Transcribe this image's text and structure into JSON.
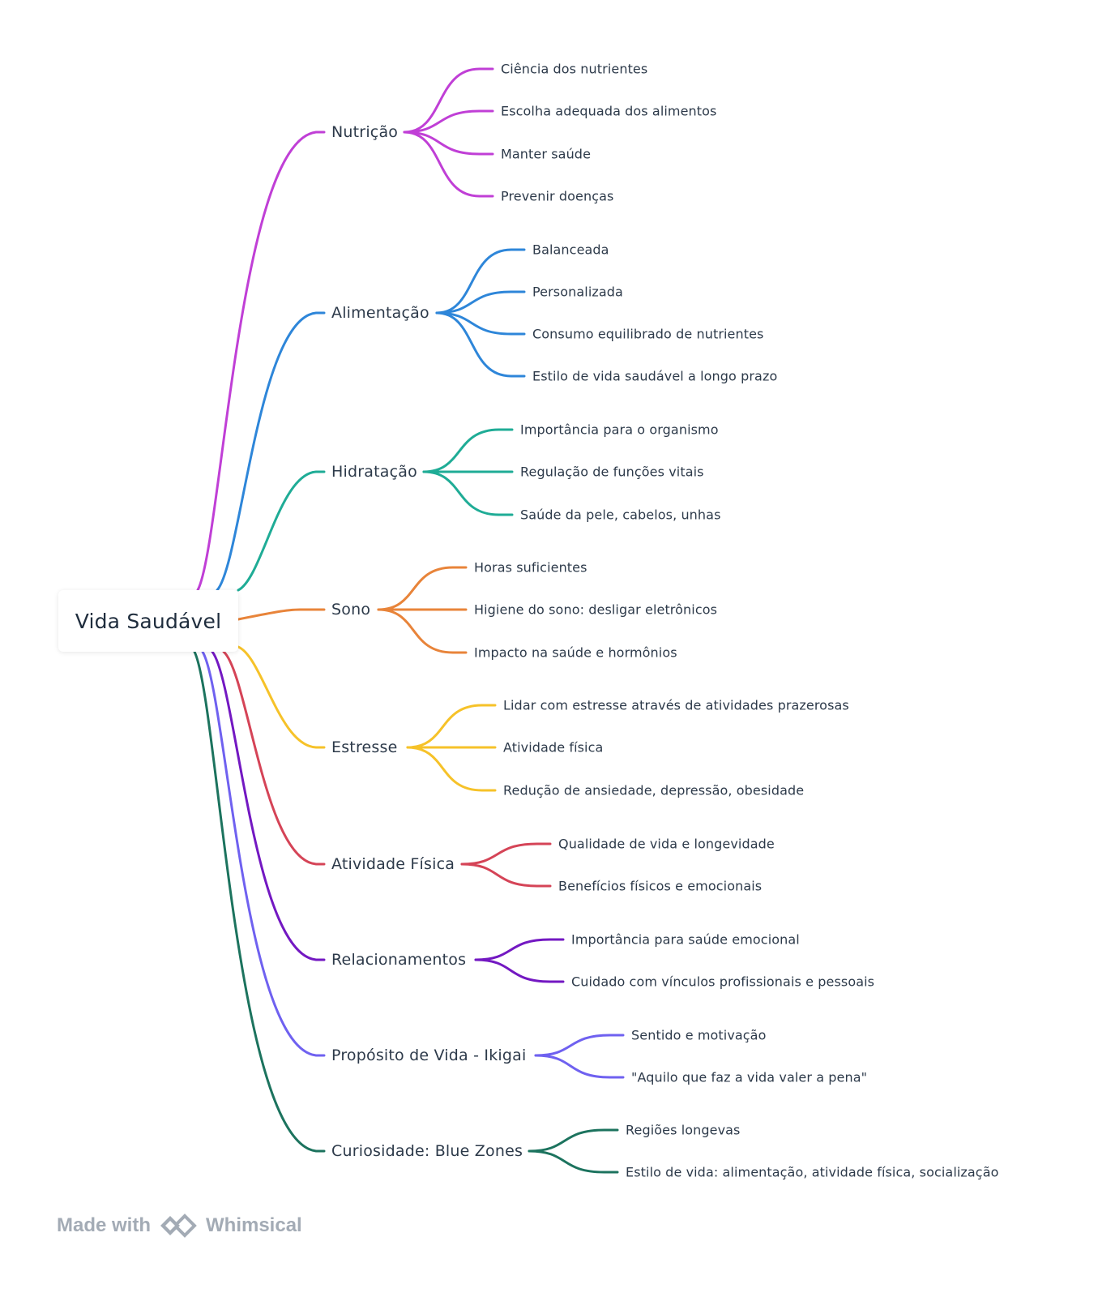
{
  "root": {
    "label": "Vida Saudável"
  },
  "branches": [
    {
      "label": "Nutrição",
      "color": "#c03fd6",
      "children": [
        "Ciência dos nutrientes",
        "Escolha adequada dos alimentos",
        "Manter saúde",
        "Prevenir doenças"
      ]
    },
    {
      "label": "Alimentação",
      "color": "#2e86d9",
      "children": [
        "Balanceada",
        "Personalizada",
        "Consumo equilibrado de nutrientes",
        "Estilo de vida saudável a longo prazo"
      ]
    },
    {
      "label": "Hidratação",
      "color": "#1fac96",
      "children": [
        "Importância para o organismo",
        "Regulação de funções vitais",
        "Saúde da pele, cabelos, unhas"
      ]
    },
    {
      "label": "Sono",
      "color": "#e8843a",
      "children": [
        "Horas suficientes",
        "Higiene do sono: desligar eletrônicos",
        "Impacto na saúde e hormônios"
      ]
    },
    {
      "label": "Estresse",
      "color": "#f6c229",
      "children": [
        "Lidar com estresse através de atividades prazerosas",
        "Atividade física",
        "Redução de ansiedade, depressão, obesidade"
      ]
    },
    {
      "label": "Atividade Física",
      "color": "#d54457",
      "children": [
        "Qualidade de vida e longevidade",
        "Benefícios físicos e emocionais"
      ]
    },
    {
      "label": "Relacionamentos",
      "color": "#7318c2",
      "children": [
        "Importância para saúde emocional",
        "Cuidado com vínculos profissionais e pessoais"
      ]
    },
    {
      "label": "Propósito de Vida - Ikigai",
      "color": "#6f61f0",
      "children": [
        "Sentido e motivação",
        "\"Aquilo que faz a vida valer a pena\""
      ]
    },
    {
      "label": "Curiosidade: Blue Zones",
      "color": "#1c735e",
      "children": [
        "Regiões longevas",
        "Estilo de vida: alimentação, atividade física, socialização"
      ]
    }
  ],
  "footer": {
    "made_with": "Made with",
    "brand": "Whimsical"
  }
}
